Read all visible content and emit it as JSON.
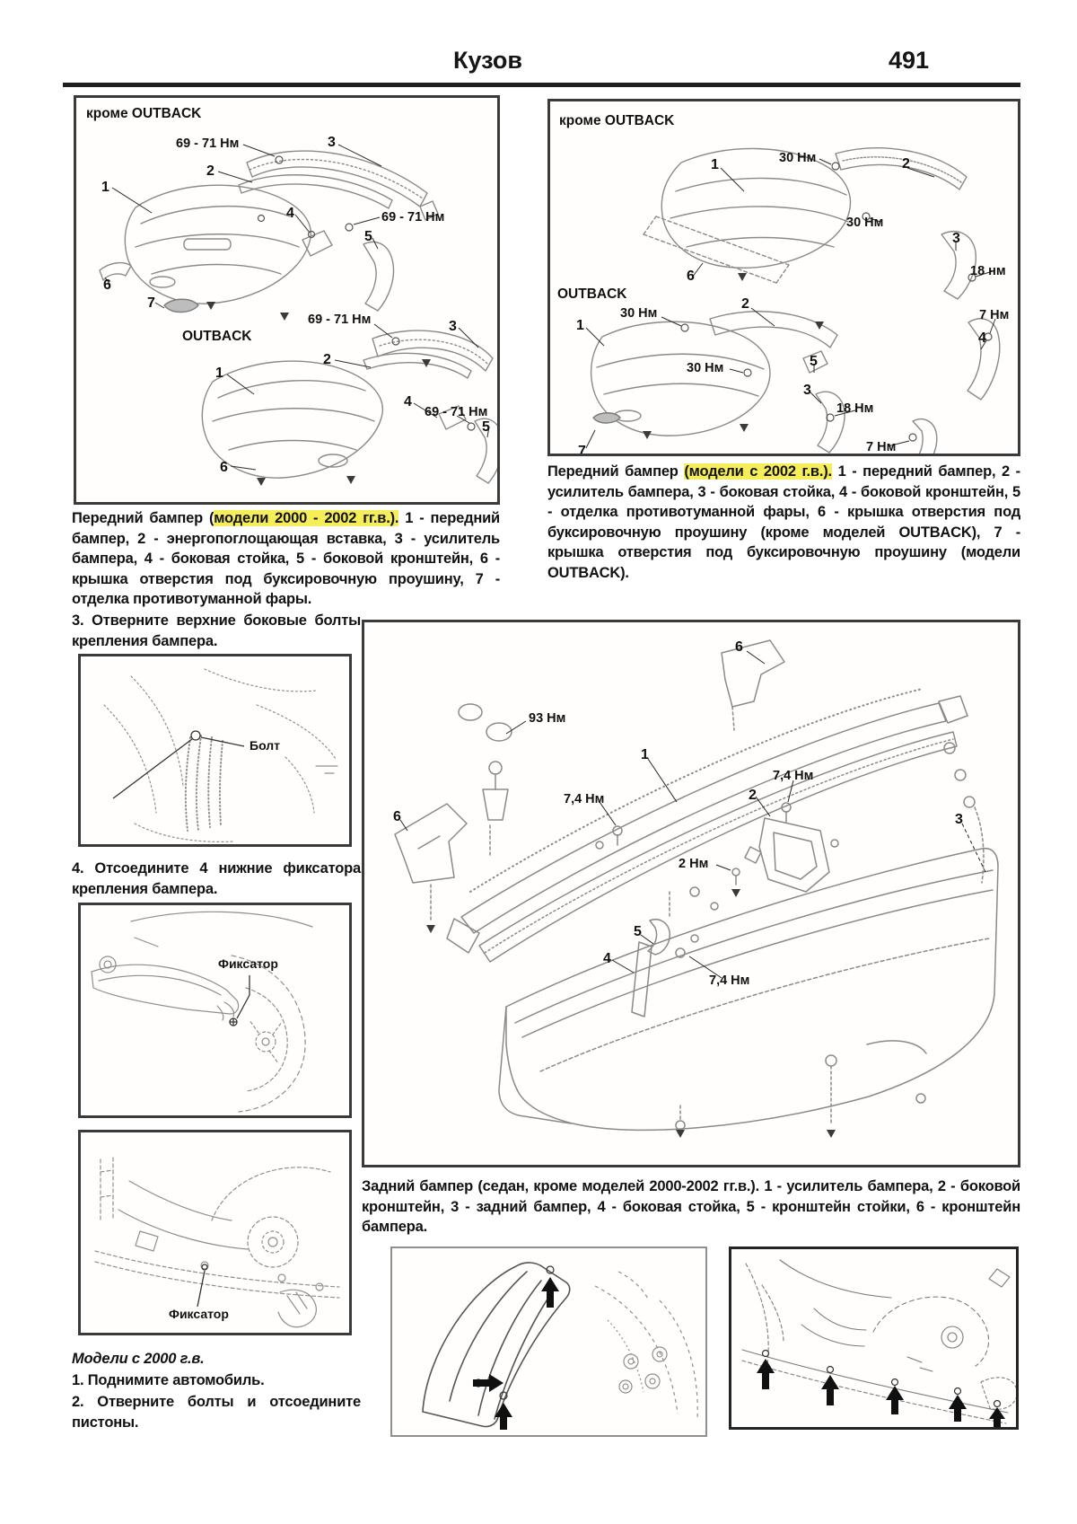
{
  "header": {
    "section_title": "Кузов",
    "page_number": "491"
  },
  "colors": {
    "highlight_yellow": "#f6ee58",
    "ink": "#161616",
    "drawing_gray": "#8a8a8a"
  },
  "top_left_panel": {
    "labels": [
      {
        "text": "кроме OUTBACK"
      },
      {
        "text": "69 - 71 Нм"
      },
      {
        "text": "3"
      },
      {
        "text": "2"
      },
      {
        "text": "69 - 71 Нм"
      },
      {
        "text": "1"
      },
      {
        "text": "4"
      },
      {
        "text": "5"
      },
      {
        "text": "6"
      },
      {
        "text": "7"
      },
      {
        "text": "69 - 71 Нм"
      },
      {
        "text": "OUTBACK"
      },
      {
        "text": "3"
      },
      {
        "text": "2"
      },
      {
        "text": "1"
      },
      {
        "text": "4"
      },
      {
        "text": "69 - 71 Нм"
      },
      {
        "text": "5"
      },
      {
        "text": "6"
      }
    ]
  },
  "top_right_panel": {
    "labels": [
      {
        "text": "кроме OUTBACK"
      },
      {
        "text": "1"
      },
      {
        "text": "30 Нм"
      },
      {
        "text": "2"
      },
      {
        "text": "30 Нм"
      },
      {
        "text": "3"
      },
      {
        "text": "18 нм"
      },
      {
        "text": "6"
      },
      {
        "text": "OUTBACK"
      },
      {
        "text": "30 Нм"
      },
      {
        "text": "1"
      },
      {
        "text": "2"
      },
      {
        "text": "5"
      },
      {
        "text": "30 Нм"
      },
      {
        "text": "3"
      },
      {
        "text": "18 Нм"
      },
      {
        "text": "7 Нм"
      },
      {
        "text": "4"
      },
      {
        "text": "7 Нм"
      },
      {
        "text": "7"
      }
    ]
  },
  "big_panel": {
    "labels": [
      {
        "text": "6"
      },
      {
        "text": "93 Нм"
      },
      {
        "text": "1"
      },
      {
        "text": "7,4 Нм"
      },
      {
        "text": "2"
      },
      {
        "text": "7,4 Нм"
      },
      {
        "text": "2 Нм"
      },
      {
        "text": "5"
      },
      {
        "text": "4"
      },
      {
        "text": "7,4 Нм"
      },
      {
        "text": "3"
      },
      {
        "text": "6"
      }
    ]
  },
  "captions": {
    "front_2000": {
      "pre": "Передний бампер (",
      "hl": "модели 2000 - 2002 гг.в.).",
      "post": " 1 - передний бампер, 2 - энергопоглощающая вставка, 3 - усилитель бампера, 4 - боковая стойка, 5 - боковой кронштейн, 6 - крышка отверстия под буксировочную проушину, 7 - отделка противотуманной фары."
    },
    "front_2002": {
      "pre": "Передний бампер ",
      "hl": "(модели с 2002 г.в.).",
      "post": " 1 - передний бампер, 2 - усилитель бампера, 3 - боковая стойка, 4 - боковой кронштейн, 5 - отделка противотуманной фары, 6 - крышка отверстия под буксировочную проушину (кроме моделей OUTBACK), 7 - крышка отверстия под буксировочную проушину (модели OUTBACK)."
    },
    "rear": {
      "text": "Задний бампер (седан, кроме моделей 2000-2002 гг.в.). 1 - усилитель бампера, 2 - боковой кронштейн, 3 - задний бампер, 4 - боковая стойка, 5 - кронштейн стойки, 6 - кронштейн бампера."
    }
  },
  "steps": {
    "step3": "3. Отверните верхние боковые болты крепления бампера.",
    "step4": "4. Отсоедините 4 нижние фиксатора крепления бампера.",
    "models_note": "Модели с 2000 г.в.",
    "step1": "1. Поднимите автомобиль.",
    "step2": "2. Отверните болты и отсоедините пистоны."
  },
  "illustrations": {
    "bolt_label": "Болт",
    "fixator_wheel_label": "Фиксатор",
    "fixator_under_label": "Фиксатор"
  }
}
